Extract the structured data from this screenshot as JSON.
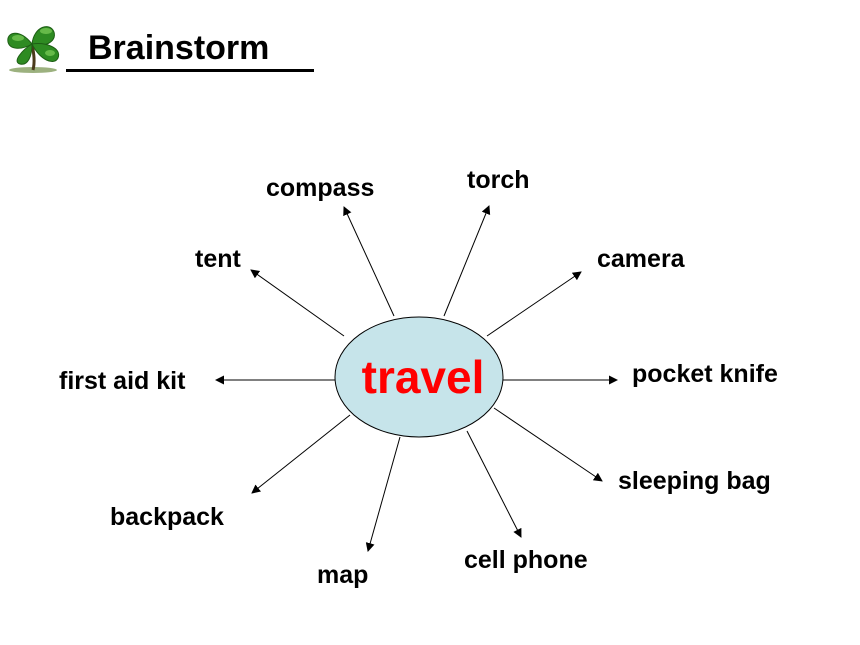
{
  "header": {
    "title": "Brainstorm"
  },
  "logo": {
    "icon": "clover-tree-icon"
  },
  "mindmap": {
    "center": "travel",
    "center_fill": "#c6e4ea",
    "center_text_color": "#ff0000",
    "branches": [
      {
        "id": "compass",
        "label": "compass"
      },
      {
        "id": "torch",
        "label": "torch"
      },
      {
        "id": "tent",
        "label": "tent"
      },
      {
        "id": "camera",
        "label": "camera"
      },
      {
        "id": "first-aid-kit",
        "label": "first aid kit"
      },
      {
        "id": "pocket-knife",
        "label": "pocket knife"
      },
      {
        "id": "sleeping-bag",
        "label": "sleeping bag"
      },
      {
        "id": "backpack",
        "label": "backpack"
      },
      {
        "id": "map",
        "label": "map"
      },
      {
        "id": "cell-phone",
        "label": "cell phone"
      }
    ]
  }
}
